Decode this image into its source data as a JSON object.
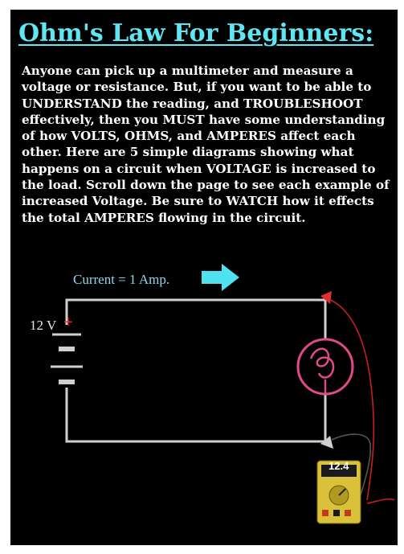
{
  "title": "Ohm's Law For Beginners:",
  "intro_text": "Anyone can pick up a multimeter and measure a voltage or resistance. But, if you want to be able to UNDERSTAND the reading, and TROUBLESHOOT effectively, then you MUST have some understanding of how VOLTS, OHMS, and AMPERES affect each other. Here are 5 simple diagrams showing what happens on a circuit when VOLTAGE is increased to the load.  Scroll down the page to see each example of increased Voltage. Be sure to WATCH how it effects the total AMPERES flowing in the circuit.",
  "diagram": {
    "current_label": "Current = 1 Amp.",
    "voltage_label": "12 V",
    "positive_sign": "+",
    "meter_reading": "12.4",
    "colors": {
      "background": "#000000",
      "title": "#5ee6f3",
      "current_arrow": "#4fe3f2",
      "wire": "#cfcfcf",
      "lamp": "#e04a86",
      "probe_wire": "#c42020",
      "meter_body": "#d9c23a"
    }
  }
}
